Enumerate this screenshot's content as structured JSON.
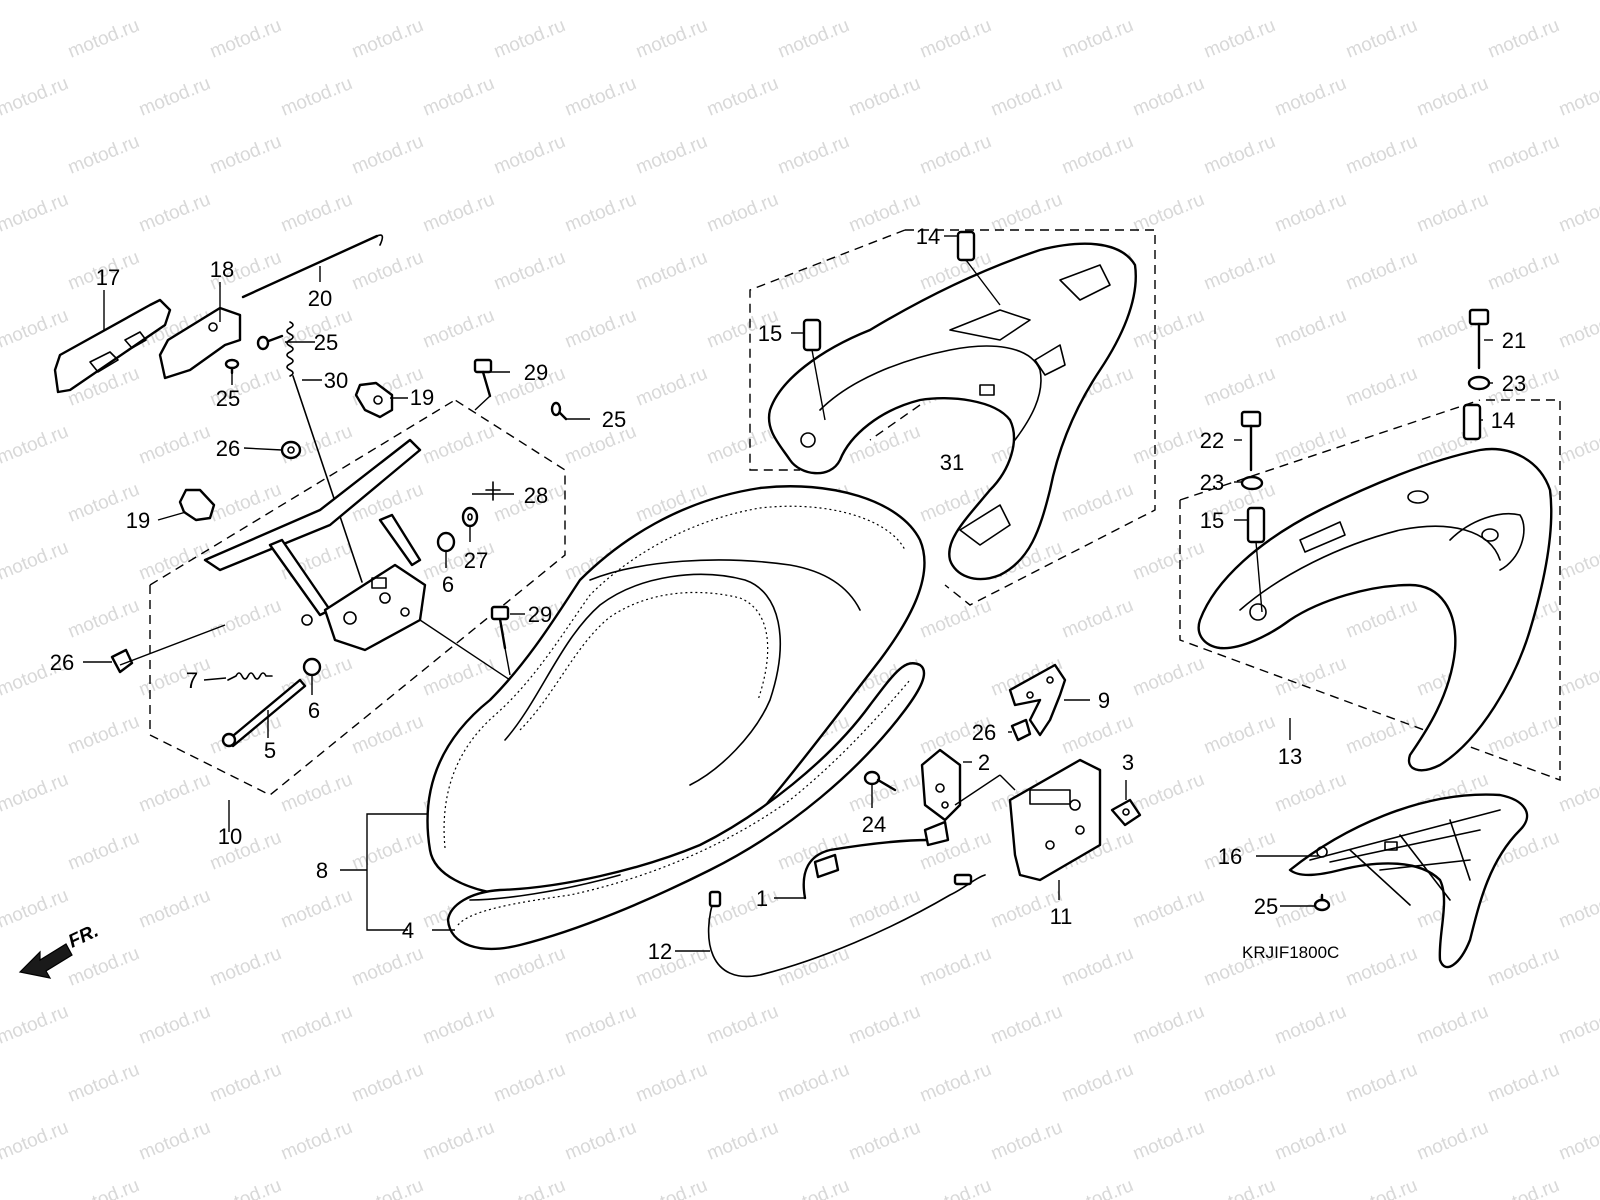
{
  "watermark": {
    "text": "motod.ru"
  },
  "diagram_code": "KRJIF1800C",
  "front_indicator": {
    "text": "FR.",
    "icon": "front-direction-arrow-icon"
  },
  "callouts": {
    "c1": "1",
    "c2": "2",
    "c3": "3",
    "c4": "4",
    "c5": "5",
    "c6a": "6",
    "c6b": "6",
    "c7": "7",
    "c8": "8",
    "c9": "9",
    "c10": "10",
    "c11": "11",
    "c12": "12",
    "c13": "13",
    "c14a": "14",
    "c14b": "14",
    "c15a": "15",
    "c15b": "15",
    "c16": "16",
    "c17": "17",
    "c18": "18",
    "c19a": "19",
    "c19b": "19",
    "c20": "20",
    "c21": "21",
    "c22": "22",
    "c23a": "23",
    "c23b": "23",
    "c24": "24",
    "c25a": "25",
    "c25b": "25",
    "c25c": "25",
    "c25d": "25",
    "c26a": "26",
    "c26b": "26",
    "c26c": "26",
    "c27": "27",
    "c28": "28",
    "c29a": "29",
    "c29b": "29",
    "c30": "30",
    "c31": "31"
  }
}
